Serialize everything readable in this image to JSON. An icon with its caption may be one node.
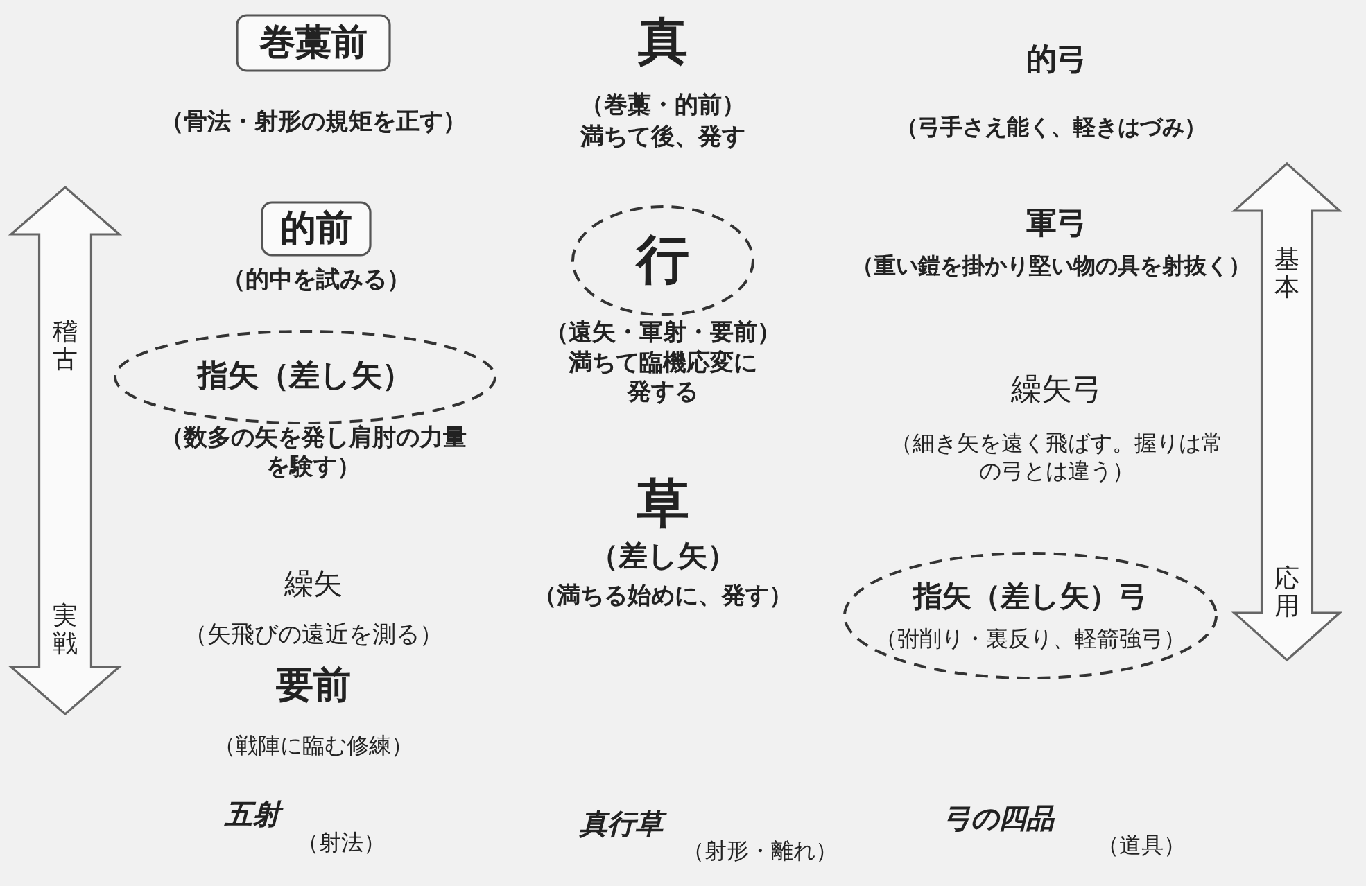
{
  "diagram": {
    "nodes": [
      {
        "text": [
          "巻藁前"
        ],
        "beside": [
          "（骨法・射形の規矩を正す）"
        ]
      },
      {
        "text": [
          "的前"
        ],
        "beside": [
          "（的中を試みる）"
        ]
      },
      {
        "text": [
          "指矢（差し矢）"
        ],
        "beside": [
          "（数多の矢を発し肩肘の力量を験す）"
        ]
      },
      {
        "text": [
          "行"
        ],
        "beside": [
          "（遠矢・軍射・要前）",
          "満ちて臨機応変に発する"
        ]
      },
      {
        "text": [
          "指矢（差し矢）弓",
          "（弣削り・裏反り、軽箭強弓）"
        ]
      },
      {
        "text": [
          "稽古",
          "実戦"
        ]
      },
      {
        "text": [
          "基本",
          "応用"
        ]
      }
    ],
    "labels": [
      "真",
      "（巻藁・的前）",
      "満ちて後、発す",
      "的弓",
      "（弓手さえ能く、軽きはづみ）",
      "軍弓",
      "（重い鎧を掛かり堅い物の具を射抜く）",
      "繰矢弓",
      "（細き矢を遠く飛ばす。握りは常の弓とは違う）",
      "草",
      "（差し矢）",
      "（満ちる始めに、発す）",
      "繰矢",
      "（矢飛びの遠近を測る）",
      "要前",
      "（戦陣に臨む修練）",
      "五射",
      "（射法）",
      "真行草",
      "（射形・離れ）",
      "弓の四品",
      "（道具）"
    ]
  }
}
